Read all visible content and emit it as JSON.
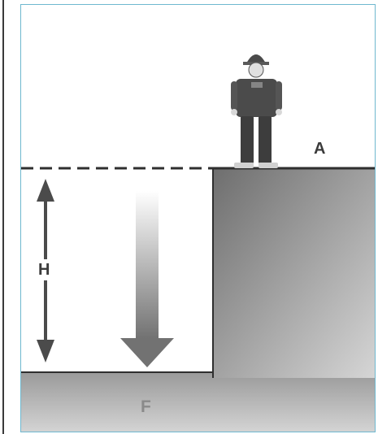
{
  "diagram": {
    "labels": {
      "a": "A",
      "h": "H",
      "f": "F"
    },
    "icons": {
      "person": "worker-icon",
      "height_arrow": "double-arrow-icon",
      "descent_arrow": "down-arrow-icon"
    },
    "colors": {
      "frame_border": "#6fb8cf",
      "dark_line": "#2f2f2f",
      "label_text": "#3b3b3b",
      "ground_label": "#8a8a8a"
    }
  }
}
